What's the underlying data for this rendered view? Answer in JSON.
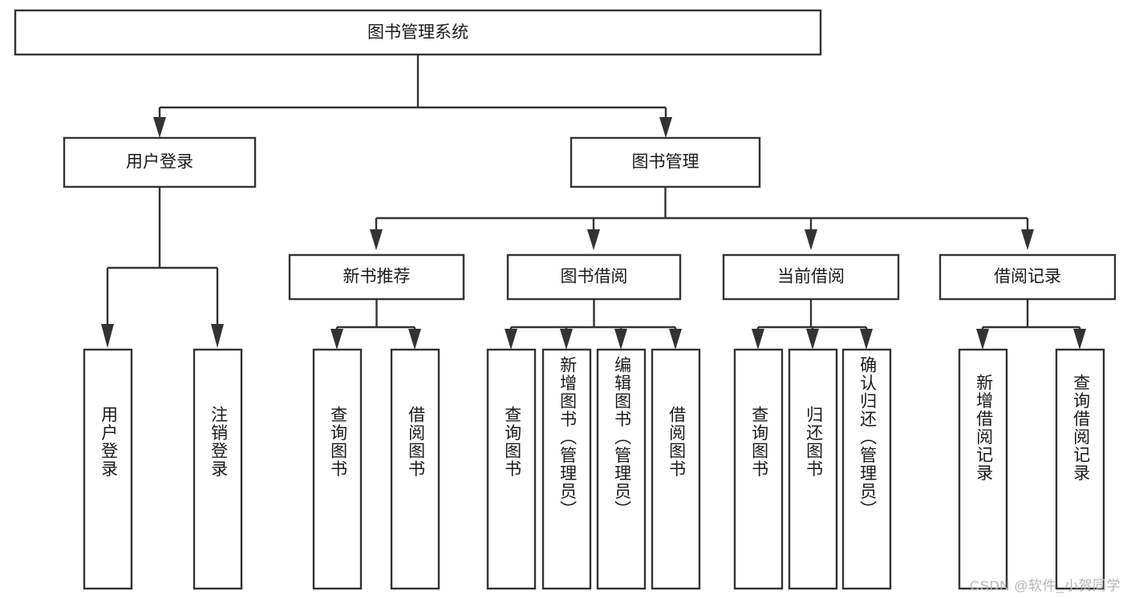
{
  "diagram": {
    "type": "tree",
    "title": "图书管理系统",
    "orientation": "top-down",
    "colors": {
      "box_stroke": "#333333",
      "box_fill": "#ffffff",
      "connector": "#333333",
      "text": "#1a1a1a",
      "watermark": "#b6b6b6",
      "background": "#ffffff"
    },
    "root": {
      "label": "图书管理系统"
    },
    "level1": [
      {
        "label": "用户登录"
      },
      {
        "label": "图书管理"
      }
    ],
    "level2": [
      {
        "label": "新书推荐"
      },
      {
        "label": "图书借阅"
      },
      {
        "label": "当前借阅"
      },
      {
        "label": "借阅记录"
      }
    ],
    "leaves": {
      "user_login": [
        {
          "label": "用户登录"
        },
        {
          "label": "注销登录"
        }
      ],
      "new_book_recommend": [
        {
          "label": "查询图书"
        },
        {
          "label": "借阅图书"
        }
      ],
      "book_borrow": [
        {
          "label": "查询图书"
        },
        {
          "label": "新增图书（管理员）"
        },
        {
          "label": "编辑图书（管理员）"
        },
        {
          "label": "借阅图书"
        }
      ],
      "current_borrow": [
        {
          "label": "查询图书"
        },
        {
          "label": "归还图书"
        },
        {
          "label": "确认归还（管理员）"
        }
      ],
      "borrow_record": [
        {
          "label": "新增借阅记录"
        },
        {
          "label": "查询借阅记录"
        }
      ]
    }
  },
  "watermark": {
    "text": "CSDN @软件_小贺同学"
  }
}
